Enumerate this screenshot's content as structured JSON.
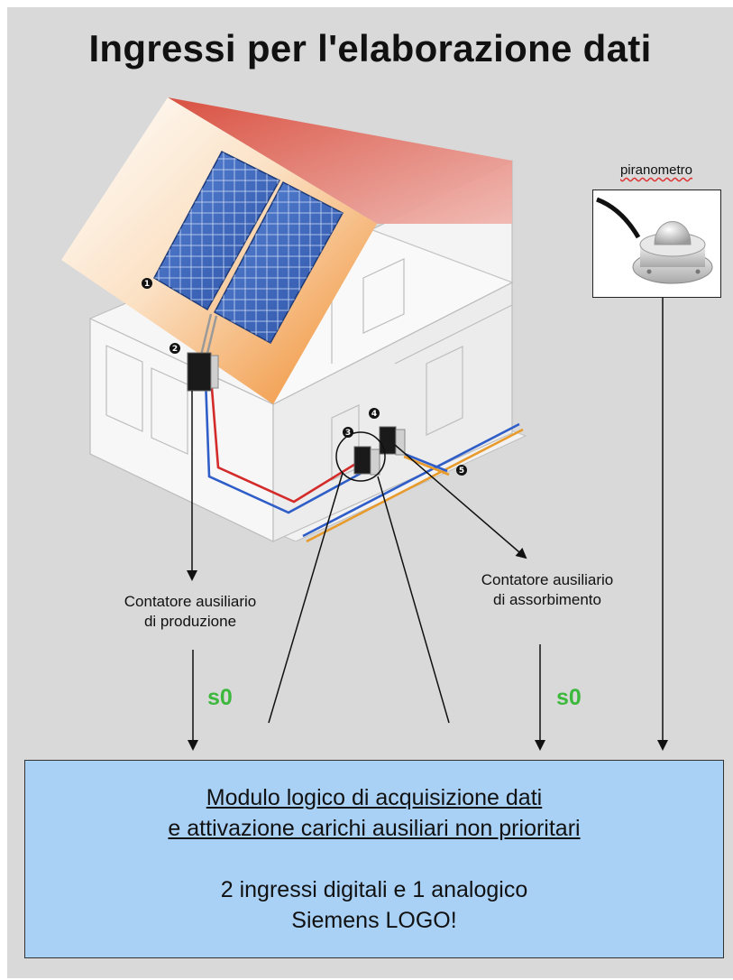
{
  "title": "Ingressi per l'elaborazione dati",
  "pyranometer": {
    "label": "piranometro",
    "image_icon": "pyranometer-sensor-icon"
  },
  "house": {
    "markers": [
      "1",
      "2",
      "3",
      "4",
      "5"
    ],
    "icon": "house-with-solar-panels-illustration"
  },
  "labels": {
    "production_meter_line1": "Contatore ausiliario",
    "production_meter_line2": "di produzione",
    "absorption_meter_line1": "Contatore ausiliario",
    "absorption_meter_line2": "di assorbimento"
  },
  "signals": {
    "left": "s0",
    "right": "s0"
  },
  "module": {
    "line1": "Modulo logico di acquisizione dati",
    "line2": "e attivazione carichi ausiliari non prioritari",
    "line3": "2 ingressi digitali e 1 analogico",
    "line4": "Siemens LOGO!"
  },
  "colors": {
    "background": "#d9d9d9",
    "module_fill": "#a9d0f5",
    "signal_green": "#3cb83c",
    "roof_orange": "#ef8a2a",
    "roof_red": "#c0392b",
    "panel_blue": "#2f5bb3",
    "wire_red": "#d32a2a",
    "wire_blue": "#2f5ec8",
    "wire_orange": "#e89a2a"
  }
}
